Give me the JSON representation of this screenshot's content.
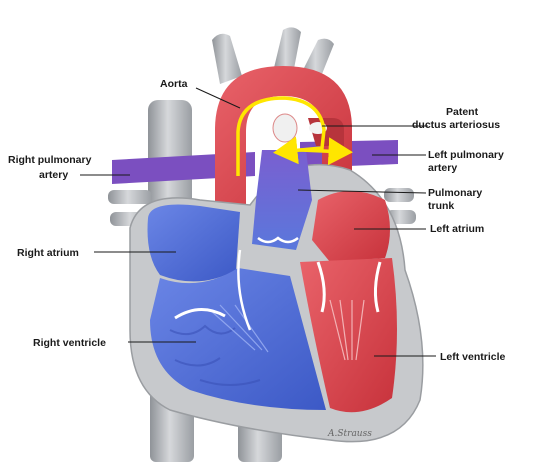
{
  "labels": {
    "aorta": "Aorta",
    "patent_ductus_line1": "Patent",
    "patent_ductus_line2": "ductus arteriosus",
    "right_pulmonary_line1": "Right pulmonary",
    "right_pulmonary_line2": "artery",
    "left_pulmonary_line1": "Left pulmonary",
    "left_pulmonary_line2": "artery",
    "pulmonary_trunk_line1": "Pulmonary",
    "pulmonary_trunk_line2": "trunk",
    "right_atrium": "Right atrium",
    "left_atrium": "Left atrium",
    "right_ventricle": "Right ventricle",
    "left_ventricle": "Left ventricle"
  },
  "signature": "A.Strauss",
  "colors": {
    "oxygenated": "#d9434b",
    "deoxygenated": "#4f6fd6",
    "pulmonary_artery": "#7b4fc0",
    "vessel_gray": "#b9bcc0",
    "shunt_arrow": "#ffe600"
  }
}
